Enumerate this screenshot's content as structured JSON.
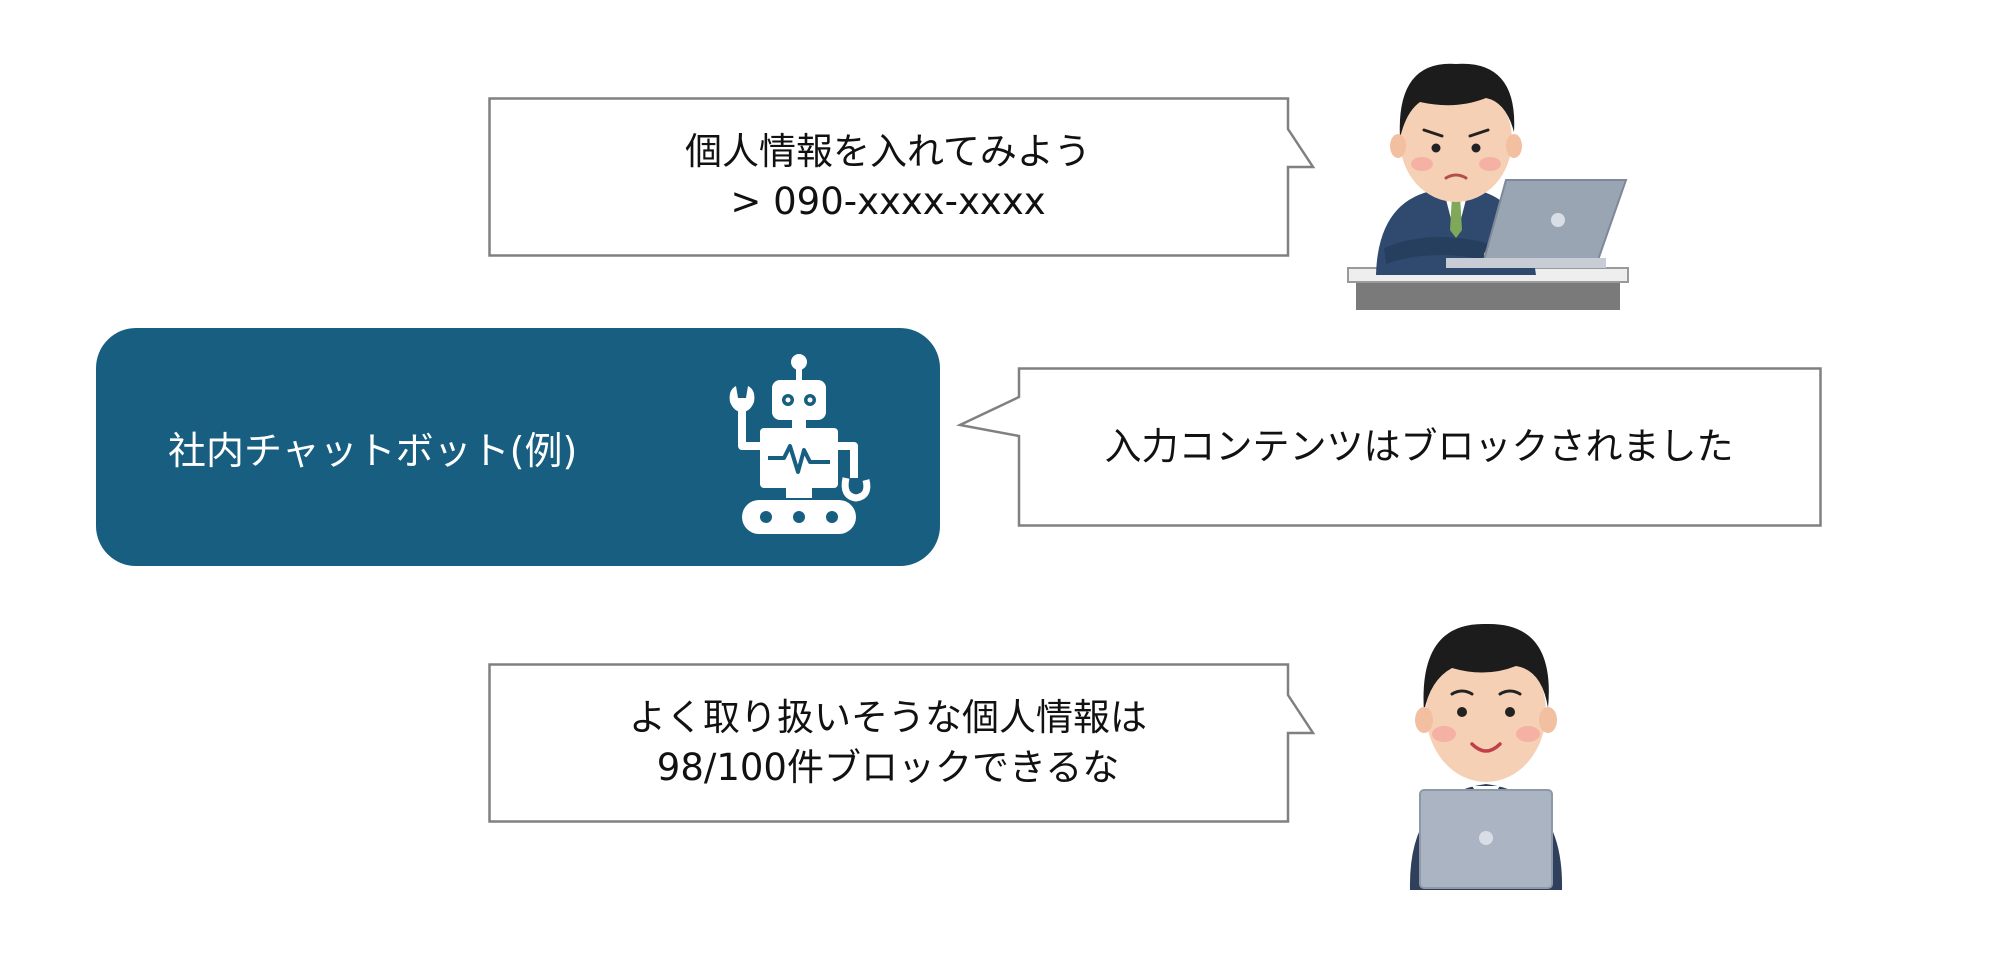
{
  "messages": {
    "top_line1": "個人情報を入れてみよう",
    "top_line2": "> 090-xxxx-xxxx",
    "reply": "入力コンテンツはブロックされました",
    "bottom_line1": "よく取り扱いそうな個人情報は",
    "bottom_line2": "98/100件ブロックできるな"
  },
  "chatbot": {
    "label": "社内チャットボット(例)"
  },
  "icons": {
    "robot": "robot-icon",
    "worried_user": "worried-user-icon",
    "happy_user": "happy-user-icon"
  },
  "colors": {
    "chatbot_box": "#175e80",
    "bubble_border": "#808080"
  }
}
